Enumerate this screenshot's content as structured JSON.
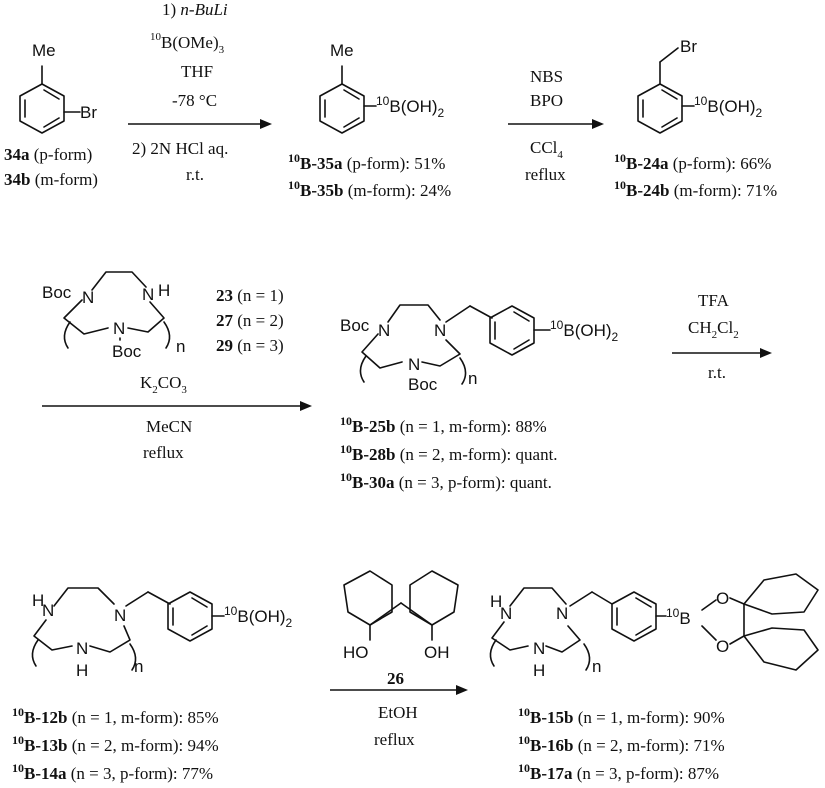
{
  "step1": {
    "sm_me": "Me",
    "sm_br": "Br",
    "sm_34a": "34a",
    "sm_34a_form": "(p-form)",
    "sm_34b": "34b",
    "sm_34b_form": "(m-form)",
    "cond_1": "1)",
    "cond_nbuli": "n-BuLi",
    "cond_boron_pre": "10",
    "cond_boron": "B(OMe)",
    "cond_boron_sub": "3",
    "cond_thf": "THF",
    "cond_temp": "-78 °C",
    "cond_2": "2)",
    "cond_hcl": "2N HCl aq.",
    "cond_rt": "r.t."
  },
  "step2": {
    "me": "Me",
    "sup": "10",
    "boh": "B(OH)",
    "sub2": "2",
    "p35a_sup": "10",
    "p35a": "B-35a",
    "p35a_rest": "(p-form): 51%",
    "p35b_sup": "10",
    "p35b": "B-35b",
    "p35b_rest": "(m-form): 24%",
    "nbs": "NBS",
    "bpo": "BPO",
    "ccl": "CCl",
    "ccl_sub": "4",
    "reflux": "reflux"
  },
  "step3": {
    "br": "Br",
    "sup": "10",
    "boh": "B(OH)",
    "sub2": "2",
    "p24a_sup": "10",
    "p24a": "B-24a",
    "p24a_rest": "(p-form): 66%",
    "p24b_sup": "10",
    "p24b": "B-24b",
    "p24b_rest": "(m-form): 71%"
  },
  "step4": {
    "boc1": "Boc",
    "n1": "N",
    "n2": "N",
    "h": "H",
    "n3": "N",
    "boc2": "Boc",
    "n_sub": "n",
    "r23": "23",
    "r23_n": "(n = 1)",
    "r27": "27",
    "r27_n": "(n = 2)",
    "r29": "29",
    "r29_n": "(n = 3)",
    "k2co3": "K",
    "k2co3_sub": "2",
    "k2co3_end": "CO",
    "k2co3_sub2": "3",
    "mecn": "MeCN",
    "reflux": "reflux"
  },
  "step5": {
    "boc1": "Boc",
    "n1": "N",
    "n2": "N",
    "n3": "N",
    "boc2": "Boc",
    "n_sub": "n",
    "sup": "10",
    "boh": "B(OH)",
    "sub2": "2",
    "p25b_sup": "10",
    "p25b": "B-25b",
    "p25b_rest": "(n = 1, m-form): 88%",
    "p28b_sup": "10",
    "p28b": "B-28b",
    "p28b_rest": "(n = 2, m-form): quant.",
    "p30a_sup": "10",
    "p30a": "B-30a",
    "p30a_rest": "(n = 3, p-form): quant.",
    "tfa": "TFA",
    "ch2cl2_a": "CH",
    "ch2cl2_s1": "2",
    "ch2cl2_b": "Cl",
    "ch2cl2_s2": "2",
    "rt": "r.t."
  },
  "step6": {
    "hn": "H",
    "n1": "N",
    "n2": "N",
    "n3": "N",
    "h2": "H",
    "n_sub": "n",
    "sup": "10",
    "boh": "B(OH)",
    "sub2": "2",
    "p12b_sup": "10",
    "p12b": "B-12b",
    "p12b_rest": "(n = 1, m-form): 85%",
    "p13b_sup": "10",
    "p13b": "B-13b",
    "p13b_rest": "(n = 2, m-form): 94%",
    "p14a_sup": "10",
    "p14a": "B-14a",
    "p14a_rest": "(n = 3, p-form): 77%",
    "ho": "HO",
    "oh": "OH",
    "r26": "26",
    "etoh": "EtOH",
    "reflux": "reflux"
  },
  "step7": {
    "h1": "H",
    "n1": "N",
    "n2": "N",
    "n3": "N",
    "h2": "H",
    "n_sub": "n",
    "sup": "10",
    "b": "B",
    "o1": "O",
    "o2": "O",
    "p15b_sup": "10",
    "p15b": "B-15b",
    "p15b_rest": "(n = 1, m-form): 90%",
    "p16b_sup": "10",
    "p16b": "B-16b",
    "p16b_rest": "(n = 2, m-form): 71%",
    "p17a_sup": "10",
    "p17a": "B-17a",
    "p17a_rest": "(n = 3, p-form): 87%"
  }
}
